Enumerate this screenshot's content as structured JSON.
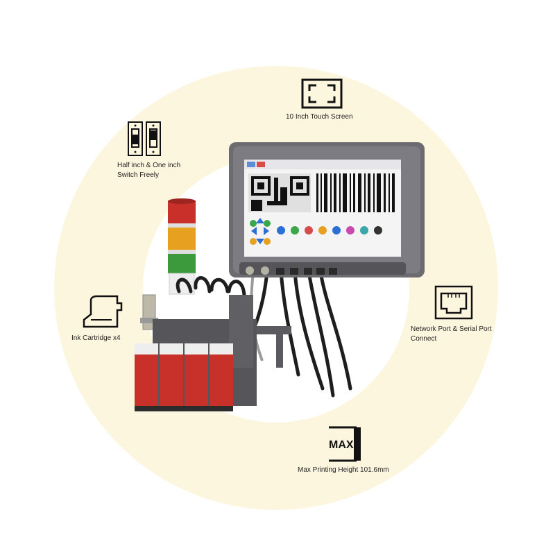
{
  "features": {
    "screen": {
      "icon": "touch-screen-icon",
      "label": "10 Inch Touch Screen"
    },
    "switch": {
      "icon": "switch-icon",
      "label_line1": "Half inch & One inch",
      "label_line2": "Switch Freely"
    },
    "cartridge": {
      "icon": "ink-cartridge-icon",
      "label": "Ink Cartridge x4"
    },
    "network": {
      "icon": "network-port-icon",
      "label_line1": "Network Port & Serial Port",
      "label_line2": "Connect"
    },
    "height": {
      "icon": "max-height-icon",
      "icon_text": "MAX",
      "label": "Max Printing Height 101.6mm"
    }
  },
  "colors": {
    "ring": "#fcf6df",
    "device_body": "#6b6b70",
    "cartridge_red": "#c8302a"
  }
}
